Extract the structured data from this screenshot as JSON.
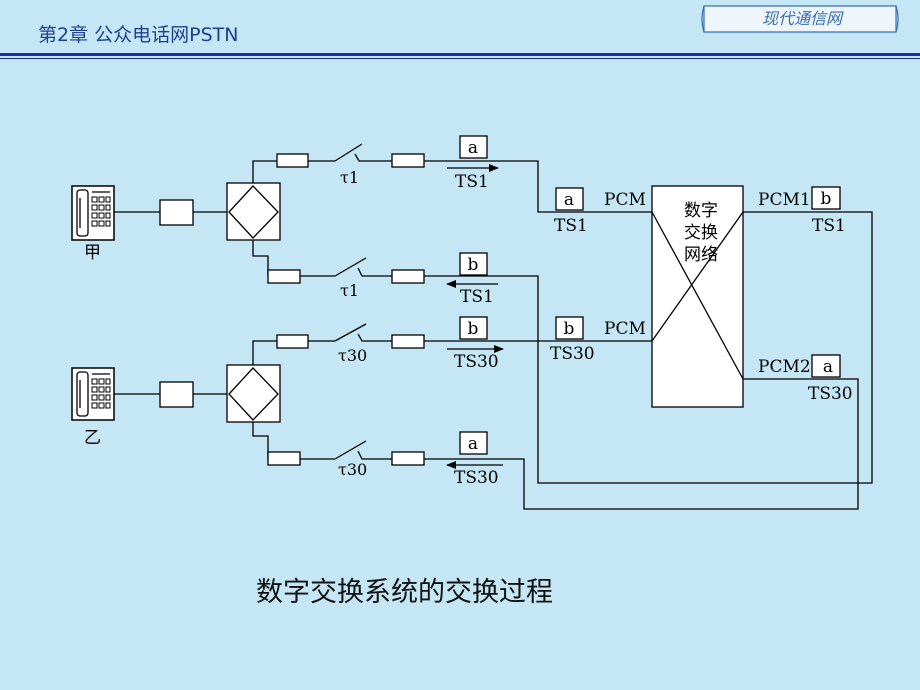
{
  "header": {
    "chapter_title": "第2章  公众电话网PSTN",
    "brand": "现代通信网"
  },
  "diagram": {
    "phone_a_label": "甲",
    "phone_b_label": "乙",
    "switch_block_label": [
      "数字",
      "交换",
      "网络"
    ],
    "taus": {
      "a_out": "τ1",
      "a_in": "τ1",
      "b_out": "τ30",
      "b_in": "τ30"
    },
    "slots": {
      "a_out_box": "a",
      "a_out_ts": "TS1",
      "a_in_box": "b",
      "a_in_ts": "TS1",
      "b_out_box": "b",
      "b_out_ts": "TS30",
      "b_in_box": "a",
      "b_in_ts": "TS30",
      "pcm_in1_box": "a",
      "pcm_in1_ts": "TS1",
      "pcm_in2_box": "b",
      "pcm_in2_ts": "TS30",
      "pcm_out1_box": "b",
      "pcm_out1_ts": "TS1",
      "pcm_out2_box": "a",
      "pcm_out2_ts": "TS30"
    },
    "pcm": {
      "in1": "PCM",
      "in2": "PCM",
      "out1": "PCM1",
      "out2": "PCM2"
    }
  },
  "caption": "数字交换系统的交换过程"
}
